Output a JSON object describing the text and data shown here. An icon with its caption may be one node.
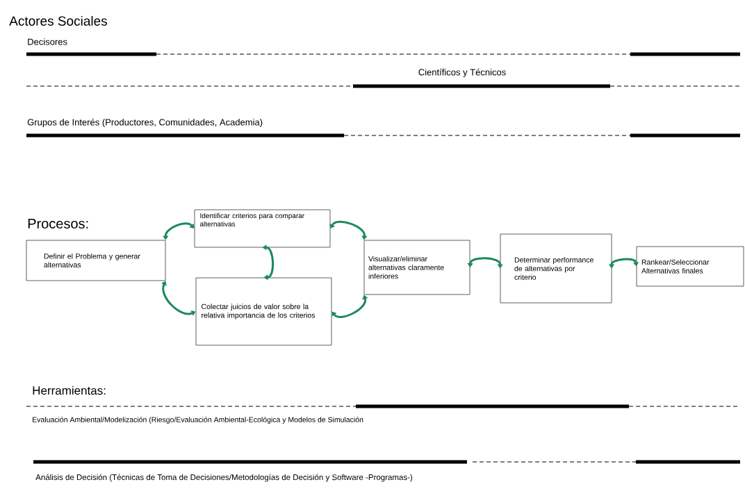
{
  "diagram": {
    "nodes": [
      {
        "text": [
          "Definir el Problema y generar alternativas"
        ]
      },
      {
        "text": [
          "Identificar criterios para comparar alternativas"
        ]
      },
      {
        "text": [
          "Colectar juicios de valor sobre la relativa importancia de los criterios"
        ]
      },
      {
        "text": [
          "Visualizar/eliminar alternativas claramente inferiores"
        ]
      },
      {
        "text": [
          "Determinar performance de alternativas por criterio"
        ]
      },
      {
        "text": [
          "Rankear/Seleccionar Alternativas finales"
        ]
      }
    ],
    "edges": [
      {
        "from": 0,
        "to": 1,
        "arrow": "both"
      },
      {
        "from": 0,
        "to": 2,
        "arrow": "both"
      },
      {
        "from": 1,
        "to": 2,
        "arrow": "both"
      },
      {
        "from": 1,
        "to": 3,
        "arrow": "both"
      },
      {
        "from": 2,
        "to": 3,
        "arrow": "both"
      },
      {
        "from": 3,
        "to": 4,
        "arrow": "both"
      },
      {
        "from": 4,
        "to": 5,
        "arrow": "both"
      }
    ],
    "labels": [
      "Actores Sociales",
      "Decisores",
      "Científicos y Técnicos",
      "Grupos de Interés (Productores, Comunidades, Academia)",
      "Procesos:",
      "Herramientas:",
      "Evaluación Ambiental/Modelización (Riesgo/Evaluación Ambiental-Ecológica y Modelos de Simulación",
      "Análisis de Decisión (Técnicas de Toma de Decisiones/Metodologías de Decisión y Software -Programas-)"
    ]
  }
}
